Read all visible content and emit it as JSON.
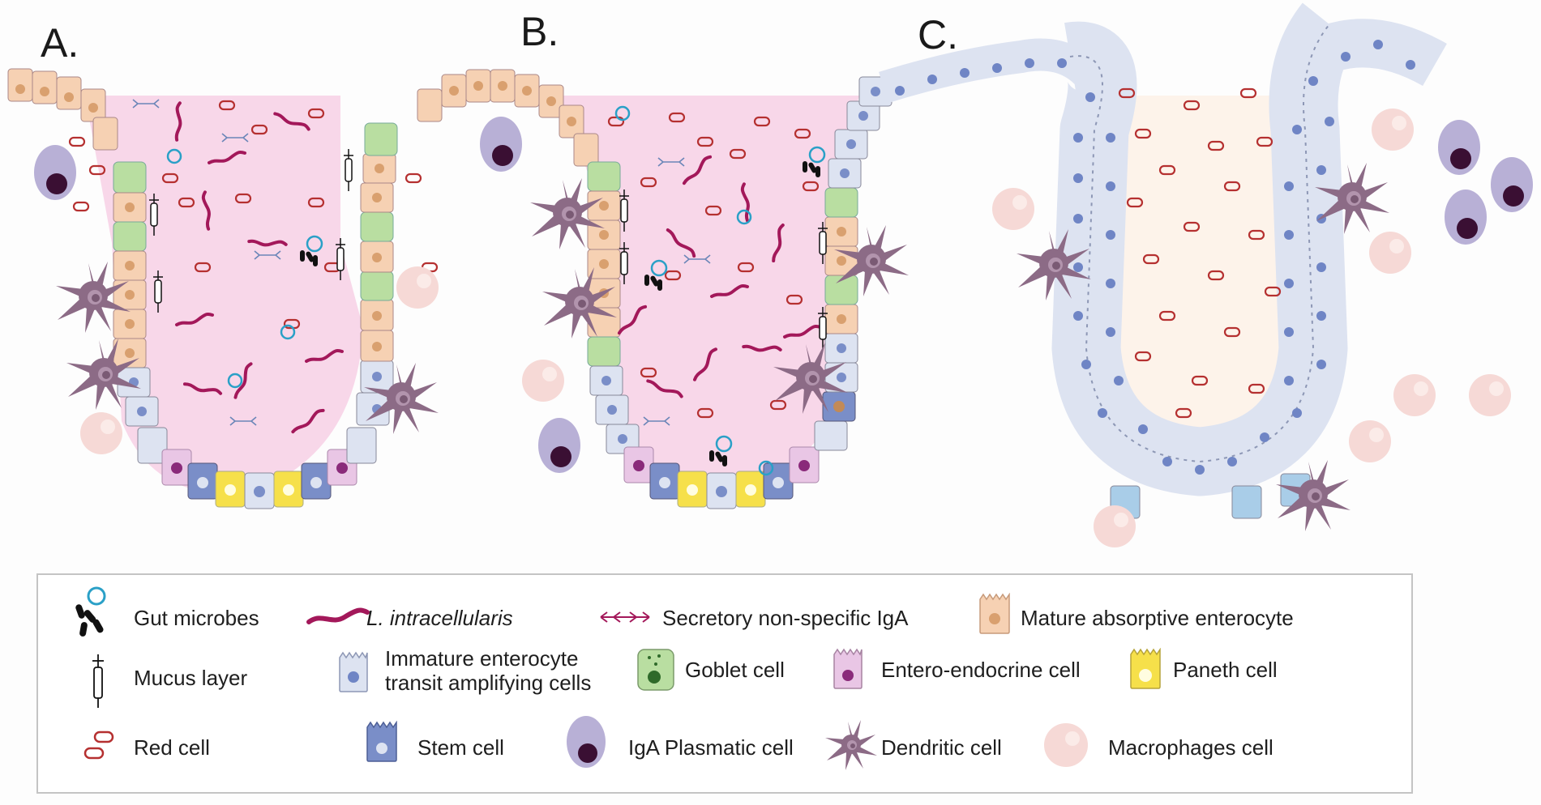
{
  "panels": {
    "a_label": "A.",
    "b_label": "B.",
    "c_label": "C."
  },
  "colors": {
    "lumen_pink": "#f8d7e9",
    "lumen_cream": "#fdf3ea",
    "mature_enterocyte": "#f6d1b3",
    "immature_enterocyte": "#dde3f1",
    "goblet": "#b9dea1",
    "paneth": "#f6e04a",
    "stem": "#7a8ec8",
    "enteroendocrine": "#e9c6e5",
    "plasmatic": "#b8b0d6",
    "dendritic": "#8c6b86",
    "macrophage": "#f6d9d6",
    "lawsonia": "#a3185a",
    "red_cell": "#b53030"
  },
  "legend": {
    "items": [
      {
        "id": "gut-microbes",
        "label": "Gut microbes",
        "icon": "gut-microbes-icon"
      },
      {
        "id": "lawsonia",
        "label": "L. intracellularis",
        "icon": "lawsonia-icon"
      },
      {
        "id": "iga",
        "label": "Secretory non-specific IgA",
        "icon": "iga-icon"
      },
      {
        "id": "mature",
        "label": "Mature absorptive enterocyte",
        "icon": "mature-enterocyte-icon"
      },
      {
        "id": "mucus",
        "label": "Mucus layer",
        "icon": "mucus-icon"
      },
      {
        "id": "immature_line1",
        "label": "Immature enterocyte",
        "icon": "immature-enterocyte-icon"
      },
      {
        "id": "immature_line2",
        "label": "transit amplifying cells",
        "icon": ""
      },
      {
        "id": "goblet",
        "label": "Goblet cell",
        "icon": "goblet-cell-icon"
      },
      {
        "id": "enteroendocrine",
        "label": "Entero-endocrine cell",
        "icon": "enteroendocrine-cell-icon"
      },
      {
        "id": "paneth",
        "label": "Paneth cell",
        "icon": "paneth-cell-icon"
      },
      {
        "id": "red",
        "label": "Red cell",
        "icon": "red-cell-icon"
      },
      {
        "id": "stem",
        "label": "Stem cell",
        "icon": "stem-cell-icon"
      },
      {
        "id": "plasmatic",
        "label": "IgA Plasmatic cell",
        "icon": "plasmatic-cell-icon"
      },
      {
        "id": "dendritic",
        "label": "Dendritic cell",
        "icon": "dendritic-cell-icon"
      },
      {
        "id": "macrophage",
        "label": "Macrophages cell",
        "icon": "macrophage-cell-icon"
      }
    ]
  }
}
